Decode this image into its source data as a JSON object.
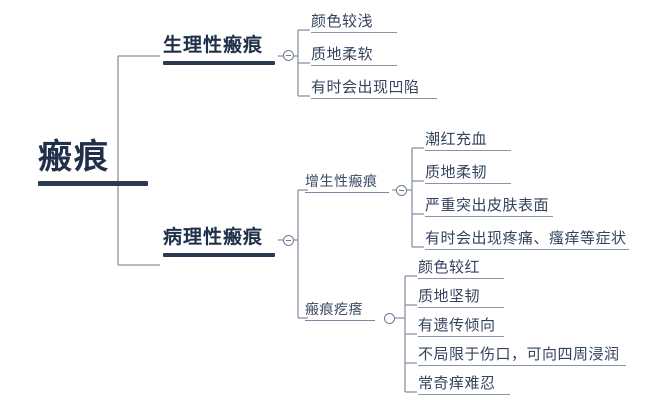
{
  "diagram": {
    "type": "mind-map",
    "title": "瘢痕",
    "colors": {
      "root_text": "#20304a",
      "root_rule": "#2b3a52",
      "branch_text": "#20304a",
      "leaf_text": "#34435e",
      "connector": "#8a93a5",
      "background": "#ffffff"
    }
  },
  "root": {
    "label": "瘢痕"
  },
  "branches": [
    {
      "label": "生理性瘢痕",
      "toggle": "collapse-minus",
      "children": [
        {
          "label": "颜色较浅"
        },
        {
          "label": "质地柔软"
        },
        {
          "label": "有时会出现凹陷"
        }
      ]
    },
    {
      "label": "病理性瘢痕",
      "toggle": "collapse-minus",
      "children": [
        {
          "label": "增生性瘢痕",
          "toggle": "collapse-minus",
          "children": [
            {
              "label": "潮红充血"
            },
            {
              "label": "质地柔韧"
            },
            {
              "label": "严重突出皮肤表面"
            },
            {
              "label": "有时会出现疼痛、瘙痒等症状"
            }
          ]
        },
        {
          "label": "瘢痕疙瘩",
          "toggle": "collapse-circle",
          "children": [
            {
              "label": "颜色较红"
            },
            {
              "label": "质地坚韧"
            },
            {
              "label": "有遗传倾向"
            },
            {
              "label": "不局限于伤口，可向四周浸润"
            },
            {
              "label": "常奇痒难忍"
            }
          ]
        }
      ]
    }
  ]
}
